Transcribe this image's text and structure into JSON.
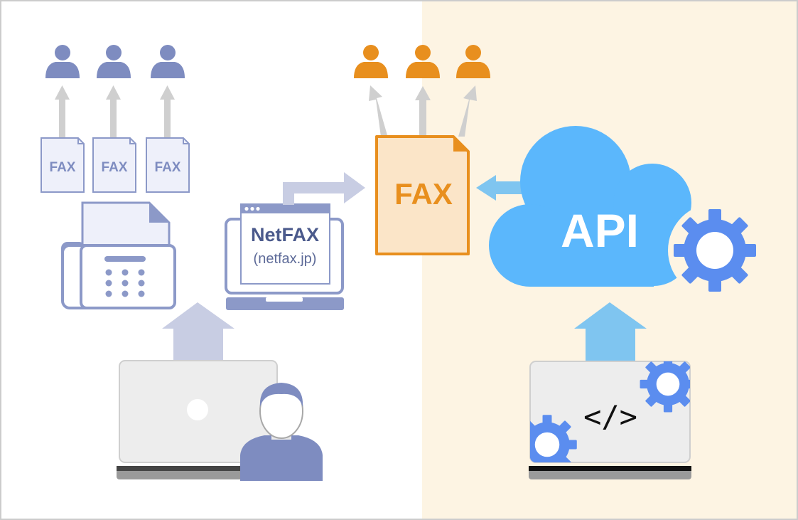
{
  "colors": {
    "left_bg": "#ffffff",
    "right_bg": "#fdf4e3",
    "border": "#cccccc",
    "user_purple": "#7e8cc0",
    "user_orange": "#e88f1e",
    "fax_doc_fill": "#eef0fa",
    "fax_doc_stroke": "#8c99c8",
    "gray_arrow": "#cfcfcf",
    "purple_arrow": "#c8cde3",
    "blue_arrow": "#7fc5f0",
    "cloud_blue": "#5bb7fc",
    "gear_blue": "#5b8def",
    "center_fax_fill": "#fbe5c8",
    "center_fax_stroke": "#e88f1e",
    "laptop_gray": "#ededed",
    "laptop_base": "#9a9a9a"
  },
  "left_fax_docs": [
    {
      "label": "FAX"
    },
    {
      "label": "FAX"
    },
    {
      "label": "FAX"
    }
  ],
  "center_fax": {
    "label": "FAX"
  },
  "netfax": {
    "title": "NetFAX",
    "url": "(netfax.jp)"
  },
  "cloud": {
    "label": "API"
  },
  "code_symbol": "</>"
}
